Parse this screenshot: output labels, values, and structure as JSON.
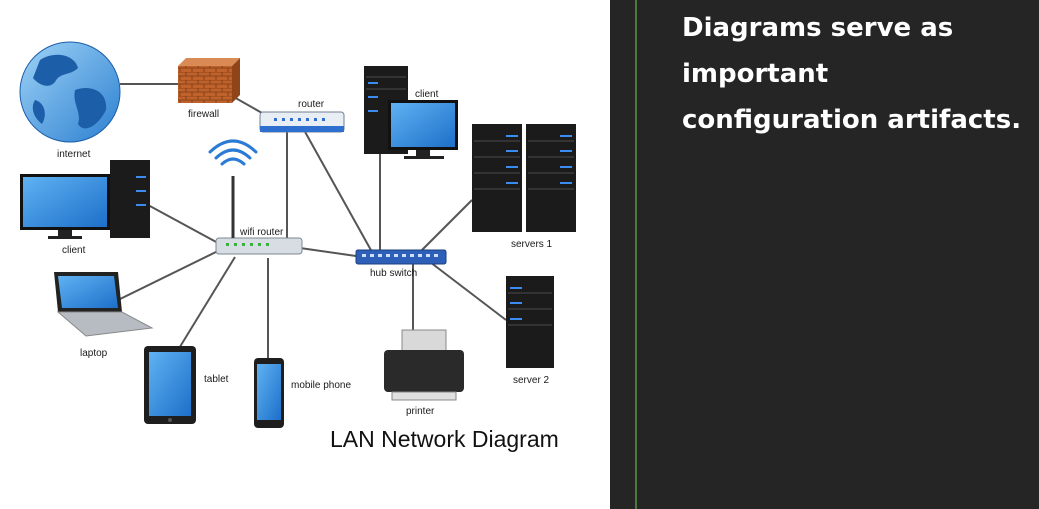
{
  "slide": {
    "heading": "Diagrams serve as important configuration artifacts."
  },
  "diagram": {
    "title": "LAN Network Diagram",
    "labels": {
      "internet": "internet",
      "firewall": "firewall",
      "router": "router",
      "client_top": "client",
      "client_left": "client",
      "wifi_router": "wifi router",
      "hub_switch": "hub switch",
      "servers_1": "servers 1",
      "server_2": "server 2",
      "laptop": "laptop",
      "tablet": "tablet",
      "mobile_phone": "mobile phone",
      "printer": "printer"
    }
  },
  "colors": {
    "accent_line": "#4a7a3c",
    "panel_dark": "#252525",
    "device_blue": "#2a7bd6",
    "server_black": "#1b1b1b"
  }
}
